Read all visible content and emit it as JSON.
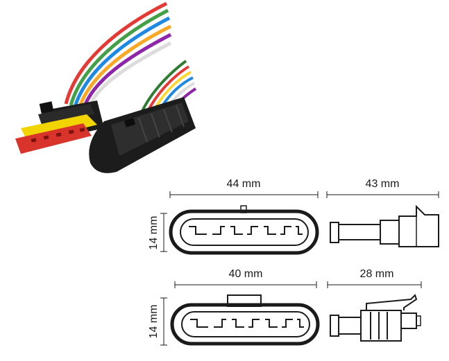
{
  "dimensions": {
    "top_front_width": "44 mm",
    "top_side_length": "43 mm",
    "top_height": "14 mm",
    "bottom_front_width": "40 mm",
    "bottom_side_length": "28 mm",
    "bottom_height": "14 mm"
  },
  "wire_colors": [
    "#e53935",
    "#f9a825",
    "#2e7d32",
    "#1e88e5",
    "#fdd835",
    "#8e24aa",
    "#ffffff",
    "#43a047"
  ],
  "colors": {
    "housing_black": "#1c1c1c",
    "seal_yellow": "#f2d400",
    "terminal_red": "#d9342b",
    "line": "#1a1a1a"
  }
}
